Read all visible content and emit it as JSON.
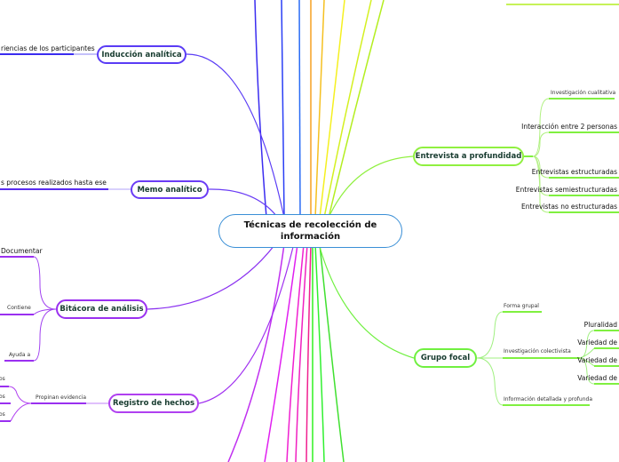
{
  "central_topic": "Técnicas de recolección de información",
  "branches": {
    "induccion": {
      "title": "Inducción analítica",
      "sub": [
        "riencias de los participantes"
      ]
    },
    "memo": {
      "title": "Memo analítico",
      "sub": [
        "s  procesos  realizados hasta ese"
      ]
    },
    "bitacora": {
      "title": "Bitácora de análisis",
      "sub": [
        "Documentar",
        "Contiene",
        "Ayuda a"
      ]
    },
    "registro": {
      "title": "Registro de hechos",
      "sub": [
        "Propinan evidencia"
      ],
      "subsub": [
        "os",
        "os",
        "os"
      ]
    },
    "entrevista": {
      "title": "Entrevista a profundidad",
      "sub": [
        "Investigación cualitativa",
        "Interacción entre 2 personas",
        "Entrevistas estructuradas",
        "Entrevistas semiestructuradas",
        "Entrevistas no estructuradas"
      ]
    },
    "grupo": {
      "title": "Grupo focal",
      "sub": [
        "Forma grupal",
        "Investigación colectivista",
        "Información detallada y profunda"
      ],
      "subsub": [
        "Pluralidad",
        "Variedad de",
        "Variedad de",
        "Variedad de"
      ]
    }
  }
}
